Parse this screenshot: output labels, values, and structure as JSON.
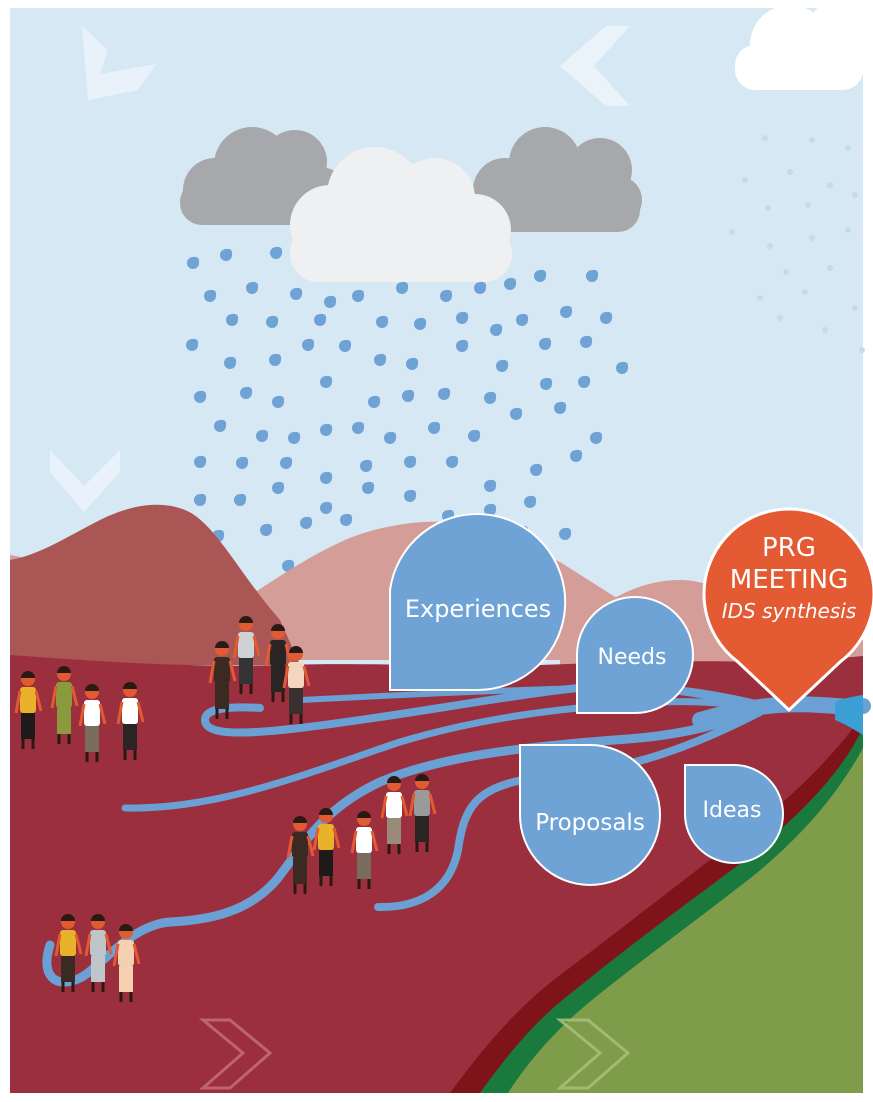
{
  "colors": {
    "sky": "#d6e8f4",
    "land": "#9b2f3d",
    "grass": "#7f9c4a",
    "river": "#6aa0d4",
    "drop": "#6fa3d6",
    "meeting": "#e35a33",
    "mountain_dark": "#a95654",
    "mountain_light": "#d59d97"
  },
  "labels": {
    "experiences": "Experiences",
    "needs": "Needs",
    "proposals": "Proposals",
    "ideas": "Ideas"
  },
  "meeting": {
    "line1": "PRG",
    "line2": "MEETING",
    "subtitle": "IDS synthesis"
  }
}
